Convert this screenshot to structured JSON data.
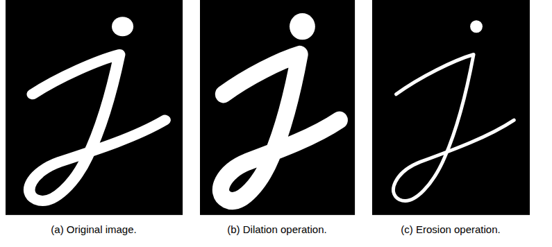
{
  "diagram": {
    "labels": [
      "(a) Original image.",
      "(b) Dilation operation.",
      "(c) Erosion operation."
    ]
  }
}
